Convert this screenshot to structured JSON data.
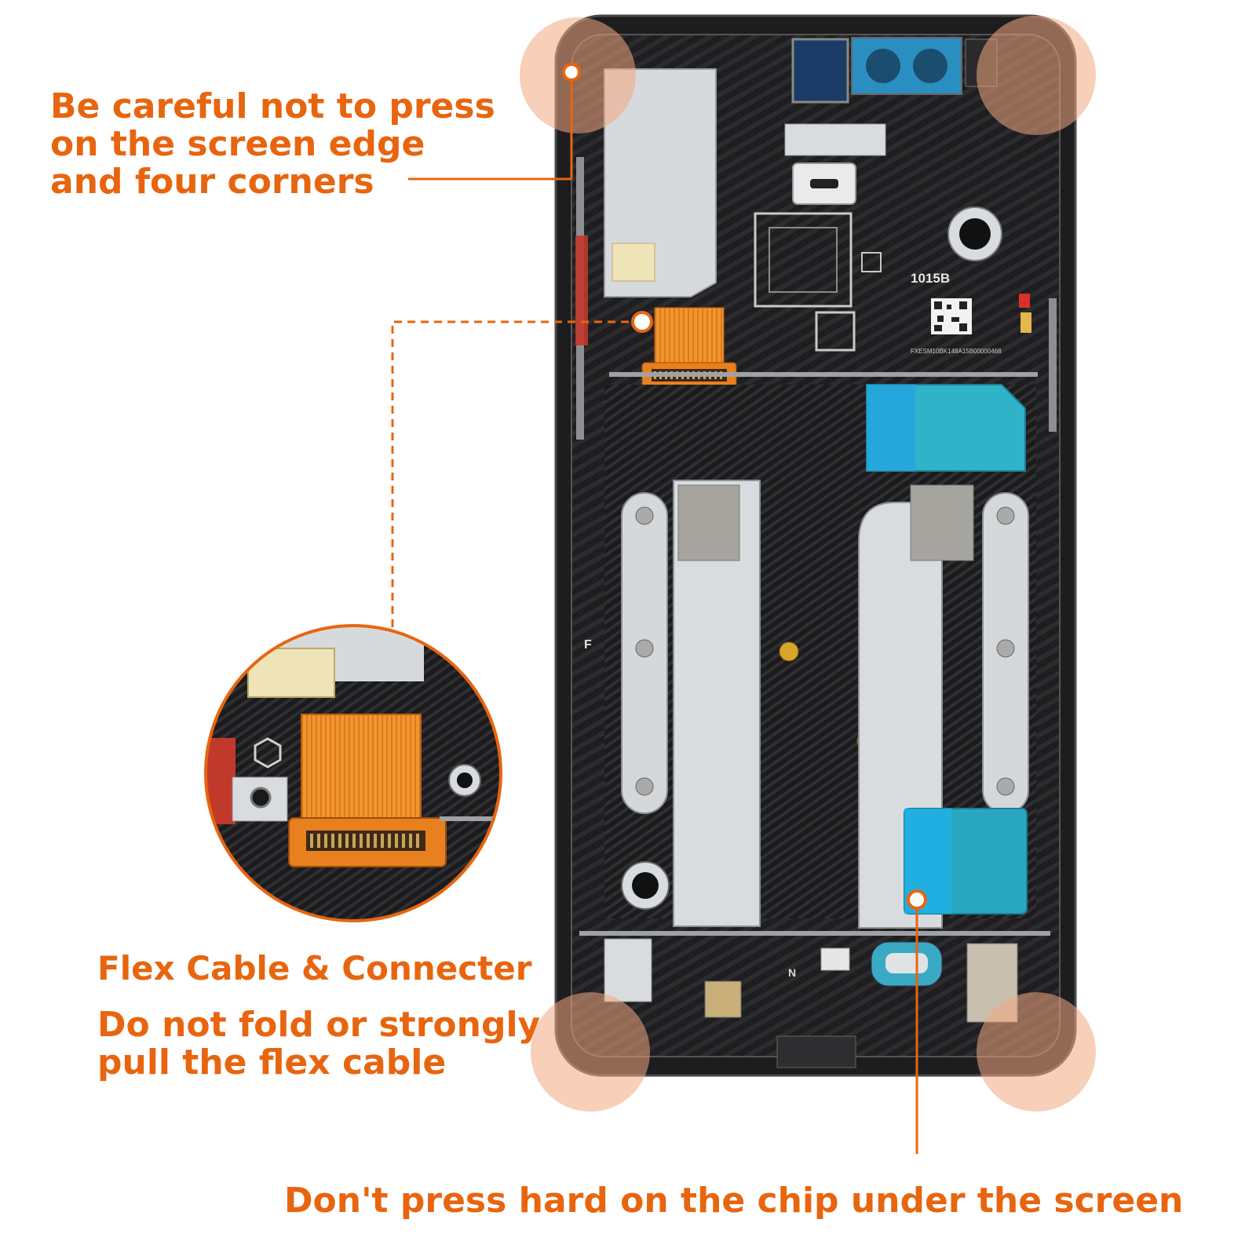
{
  "callouts": {
    "edges": {
      "lines": [
        "Be careful not to press",
        "on the screen edge",
        "and four corners"
      ]
    },
    "flex_title": "Flex Cable & Connecter",
    "flex_warning": {
      "lines": [
        "Do not fold or strongly",
        "pull the flex cable"
      ]
    },
    "chip_warning": "Don't press hard on the chip under the screen"
  },
  "board_labels": {
    "part_code": "1015B",
    "serial": "FXESM10BK148A15B00000468",
    "marker_f": "F",
    "marker_n": "N"
  },
  "colors": {
    "accent_orange": "#e8650f",
    "corner_highlight": "#f3a77f",
    "frame_dark": "#1d1d1f",
    "flex_cable": "#e88a2a",
    "shield_silver": "#cfd3d6",
    "tape_blue": "#2fb3c8"
  },
  "icons": {
    "marker": "circle-dot-icon",
    "zoom": "magnifier-circle-icon"
  }
}
